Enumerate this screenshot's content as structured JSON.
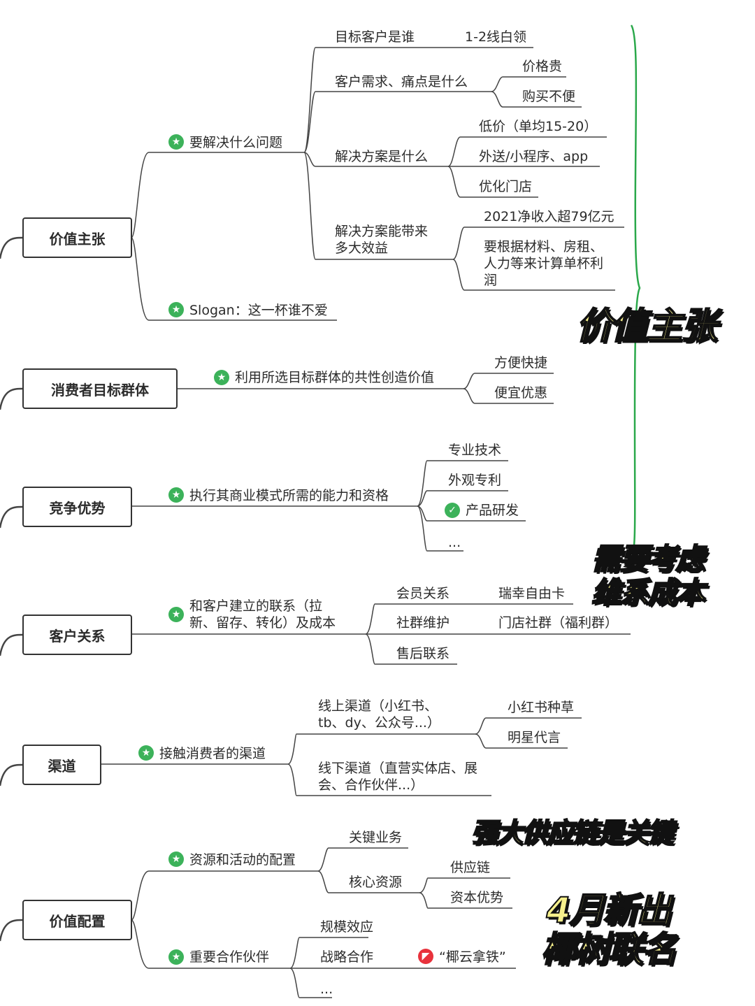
{
  "main_nodes": {
    "value_prop": "价值主张",
    "consumer": "消费者目标群体",
    "advantage": "竞争优势",
    "relations": "客户关系",
    "channels": "渠道",
    "config": "价值配置"
  },
  "value_prop": {
    "problem": "要解决什么问题",
    "who": "目标客户是谁",
    "who_answer": "1-2线白领",
    "needs": "客户需求、痛点是什么",
    "need_1": "价格贵",
    "need_2": "购买不便",
    "solution": "解决方案是什么",
    "sol_1": "低价（单均15-20）",
    "sol_2": "外送/小程序、app",
    "sol_3": "优化门店",
    "benefit_1": "解决方案能带来",
    "benefit_2": "多大效益",
    "ben_a": "2021净收入超79亿元",
    "ben_b1": "要根据材料、房租、",
    "ben_b2": "人力等来计算单杯利",
    "ben_b3": "润",
    "slogan": "Slogan：这一杯谁不爱"
  },
  "consumer": {
    "main": "利用所选目标群体的共性创造价值",
    "c1": "方便快捷",
    "c2": "便宜优惠"
  },
  "advantage": {
    "main": "执行其商业模式所需的能力和资格",
    "a1": "专业技术",
    "a2": "外观专利",
    "a3": "产品研发",
    "a4": "..."
  },
  "relations": {
    "main_1": "和客户建立的联系（拉",
    "main_2": "新、留存、转化）及成本",
    "r1": "会员关系",
    "r1_detail": "瑞幸自由卡",
    "r2": "社群维护",
    "r2_detail": "门店社群（福利群）",
    "r3": "售后联系"
  },
  "channels": {
    "main": "接触消费者的渠道",
    "online_1": "线上渠道（小红书、",
    "online_2": "tb、dy、公众号...）",
    "on_1": "小红书种草",
    "on_2": "明星代言",
    "offline_1": "线下渠道（直营实体店、展",
    "offline_2": "会、合作伙伴...）"
  },
  "config": {
    "resources": "资源和活动的配置",
    "key_biz": "关键业务",
    "core_res": "核心资源",
    "res_1": "供应链",
    "res_2": "资本优势",
    "partners": "重要合作伙伴",
    "p1": "规模效应",
    "p2": "战略合作",
    "p2_detail": "“椰云拿铁”",
    "p3": "..."
  },
  "overlays": {
    "o1": "价值主张",
    "o2_1": "需要考虑",
    "o2_2": "维系成本",
    "o3": "强大供应链是关键",
    "o4_1": "4月新出",
    "o4_2": "椰树联名"
  },
  "colors": {
    "line": "#444444",
    "bracket": "#2aa84a",
    "icon_green": "#3cb25a",
    "overlay_fill": "#f6f08c"
  }
}
